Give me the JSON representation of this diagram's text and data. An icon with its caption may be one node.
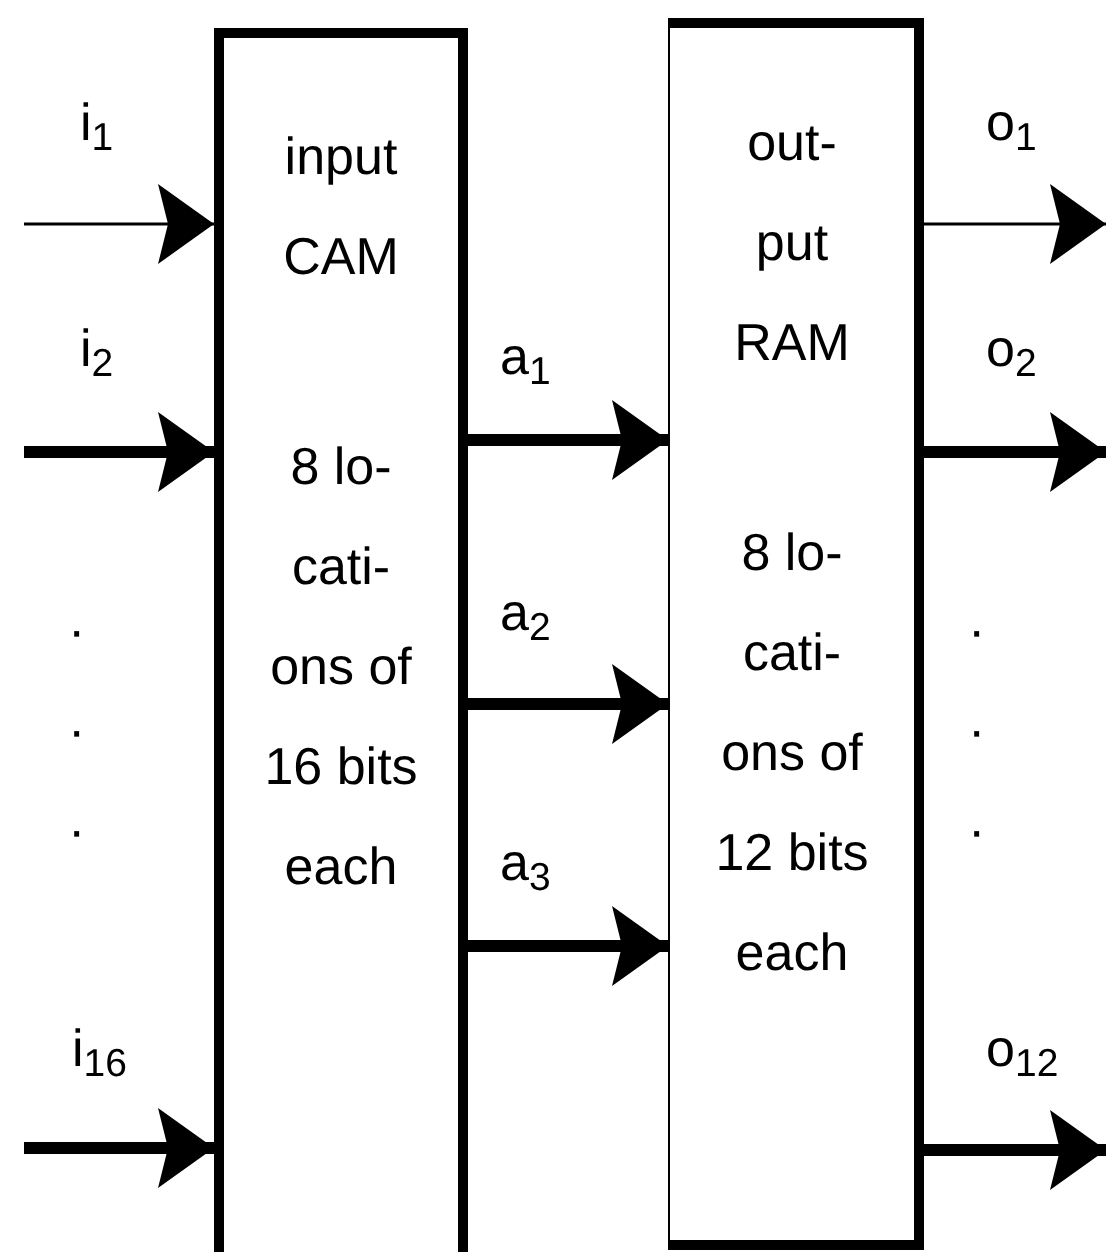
{
  "diagram": {
    "nodes": [
      {
        "text": [
          "input CAM",
          "8 lo- cati- ons of 16 bits each"
        ]
      },
      {
        "text": [
          "out- put RAM",
          "8 lo- cati- ons of 12 bits each"
        ]
      }
    ],
    "edges": [
      {
        "from": null,
        "to": 0,
        "arrow": "to",
        "label": "i$_{1}$"
      },
      {
        "from": null,
        "to": 0,
        "arrow": "to",
        "label": "i$_{2}$"
      },
      {
        "from": null,
        "to": 0,
        "arrow": "to",
        "label": "i$_{16}$"
      },
      {
        "from": 0,
        "to": 1,
        "arrow": "to",
        "label": "a$_{1}$"
      },
      {
        "from": 0,
        "to": 1,
        "arrow": "to",
        "label": "a$_{2}$"
      },
      {
        "from": 0,
        "to": 1,
        "arrow": "to",
        "label": "a$_{3}$"
      },
      {
        "from": 1,
        "to": null,
        "arrow": "to",
        "label": "o$_{1}$"
      },
      {
        "from": 1,
        "to": null,
        "arrow": "to",
        "label": "o$_{2}$"
      },
      {
        "from": 1,
        "to": null,
        "arrow": "to",
        "label": "o$_{12}$"
      }
    ],
    "labels": [
      "·",
      "·",
      "·",
      "·",
      "·",
      "·"
    ]
  }
}
